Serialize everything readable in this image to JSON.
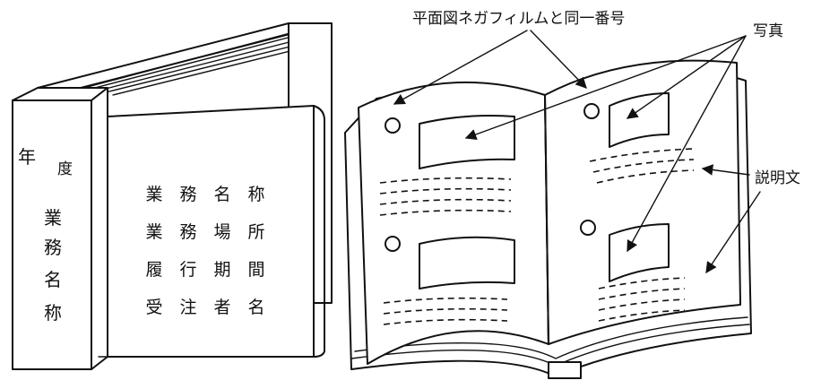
{
  "binder": {
    "spine": {
      "year": "年",
      "year_suffix": "度",
      "name_chars": [
        "業",
        "務",
        "名",
        "称"
      ]
    },
    "cover_lines": [
      [
        "業",
        "務",
        "名",
        "称"
      ],
      [
        "業",
        "務",
        "場",
        "所"
      ],
      [
        "履",
        "行",
        "期",
        "間"
      ],
      [
        "受",
        "注",
        "者",
        "名"
      ]
    ]
  },
  "album": {
    "label_negative_number": "平面図ネガフィルムと同一番号",
    "label_photo": "写真",
    "label_caption": "説明文"
  }
}
